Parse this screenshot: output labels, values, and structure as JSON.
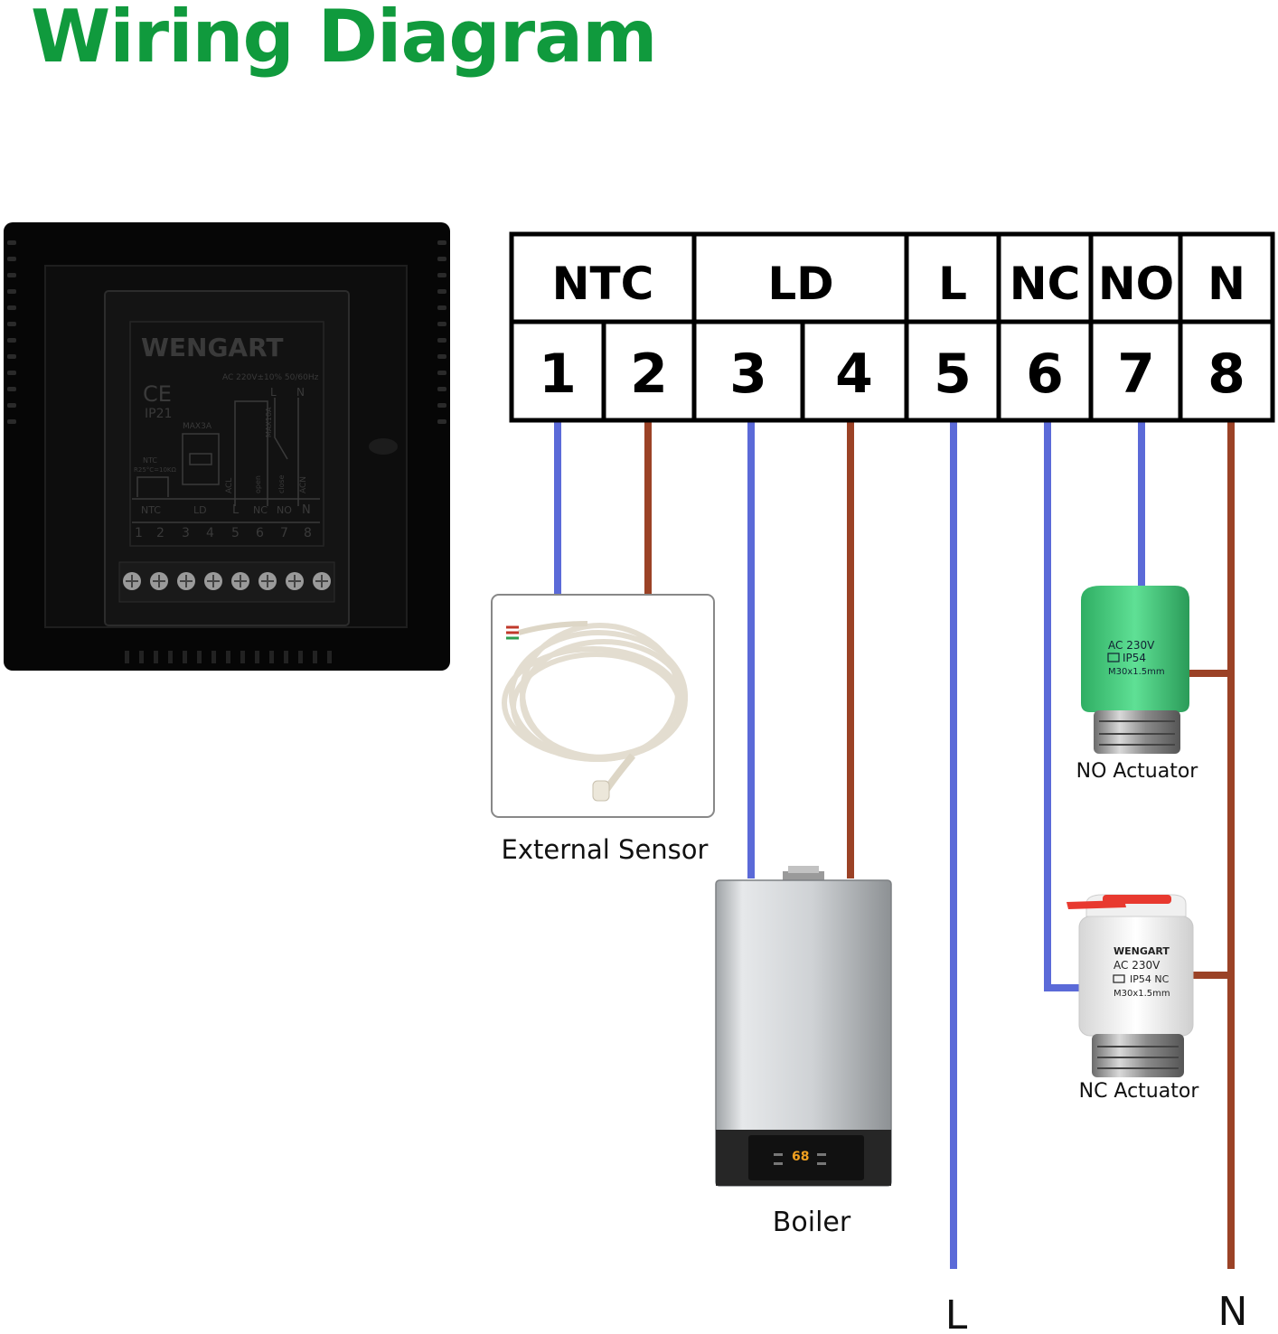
{
  "title": "Wiring Diagram",
  "terminal_block": {
    "groups": [
      {
        "label": "NTC"
      },
      {
        "label": "LD"
      },
      {
        "label": "L"
      },
      {
        "label": "NC"
      },
      {
        "label": "NO"
      },
      {
        "label": "N"
      }
    ],
    "numbers": [
      "1",
      "2",
      "3",
      "4",
      "5",
      "6",
      "7",
      "8"
    ]
  },
  "thermostat": {
    "brand": "WENGART",
    "ce": "CE",
    "ip": "IP21",
    "rating": "AC 220V±10% 50/60Hz",
    "max3a": "MAX3A",
    "max10a": "MAX10A",
    "ntc_spec_1": "NTC",
    "ntc_spec_2": "R25°C=10KΩ",
    "acl": "ACL",
    "acn": "ACN",
    "open": "open",
    "close": "close",
    "l_top": "L",
    "n_top": "N",
    "groups": [
      "NTC",
      "LD",
      "L",
      "NC",
      "NO",
      "N"
    ],
    "numbers": [
      "1",
      "2",
      "3",
      "4",
      "5",
      "6",
      "7",
      "8"
    ]
  },
  "devices": {
    "external_sensor": "External Sensor",
    "boiler": "Boiler",
    "boiler_display": "68",
    "no_actuator": "NO Actuator",
    "nc_actuator": "NC Actuator",
    "no_actuator_text": [
      "AC 230V",
      "IP54",
      "M30x1.5mm"
    ],
    "nc_actuator_text": [
      "WENGART",
      "AC 230V",
      "IP54 NC",
      "M30x1.5mm"
    ]
  },
  "line_labels": {
    "live": "L",
    "neutral": "N"
  },
  "colors": {
    "title": "#109a3d",
    "live_wire": "#5b6ad8",
    "neutral_wire": "#9b4226",
    "no_actuator": "#3dc978",
    "nc_actuator_cap": "#e8392f"
  }
}
